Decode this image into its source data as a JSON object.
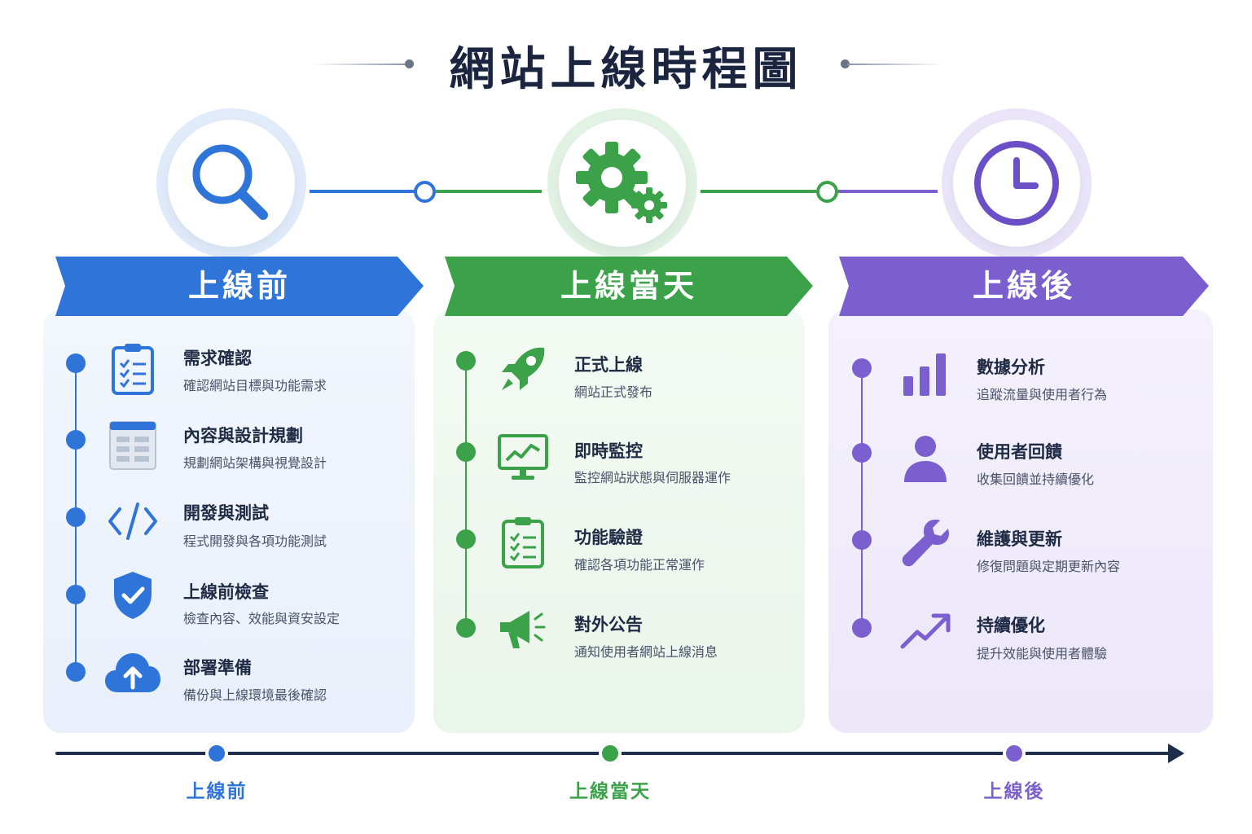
{
  "title": "網站上線時程圖",
  "colors": {
    "blue": "#2f74d8",
    "green": "#3ba24a",
    "purple": "#7b5fcf"
  },
  "phases": [
    {
      "label": "上線前",
      "icon": "search-icon",
      "steps": [
        {
          "icon": "clipboard-checklist-icon",
          "title": "需求確認",
          "desc": "確認網站目標與功能需求"
        },
        {
          "icon": "layout-grid-icon",
          "title": "內容與設計規劃",
          "desc": "規劃網站架構與視覺設計"
        },
        {
          "icon": "code-icon",
          "title": "開發與測試",
          "desc": "程式開發與各項功能測試"
        },
        {
          "icon": "shield-check-icon",
          "title": "上線前檢查",
          "desc": "檢查內容、效能與資安設定"
        },
        {
          "icon": "cloud-upload-icon",
          "title": "部署準備",
          "desc": "備份與上線環境最後確認"
        }
      ]
    },
    {
      "label": "上線當天",
      "icon": "gears-icon",
      "steps": [
        {
          "icon": "rocket-icon",
          "title": "正式上線",
          "desc": "網站正式發布"
        },
        {
          "icon": "monitor-chart-icon",
          "title": "即時監控",
          "desc": "監控網站狀態與伺服器運作"
        },
        {
          "icon": "clipboard-checklist-icon",
          "title": "功能驗證",
          "desc": "確認各項功能正常運作"
        },
        {
          "icon": "megaphone-icon",
          "title": "對外公告",
          "desc": "通知使用者網站上線消息"
        }
      ]
    },
    {
      "label": "上線後",
      "icon": "clock-icon",
      "steps": [
        {
          "icon": "bar-chart-icon",
          "title": "數據分析",
          "desc": "追蹤流量與使用者行為"
        },
        {
          "icon": "user-icon",
          "title": "使用者回饋",
          "desc": "收集回饋並持續優化"
        },
        {
          "icon": "wrench-icon",
          "title": "維護與更新",
          "desc": "修復問題與定期更新內容"
        },
        {
          "icon": "trend-up-icon",
          "title": "持續優化",
          "desc": "提升效能與使用者體驗"
        }
      ]
    }
  ],
  "timeline": [
    "上線前",
    "上線當天",
    "上線後"
  ]
}
